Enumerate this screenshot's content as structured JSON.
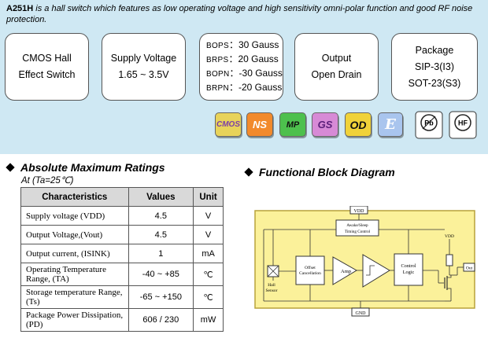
{
  "intro": {
    "part": "A251H",
    "text": " is a hall switch which features as low operating voltage and high sensitivity omni-polar function and good RF noise protection."
  },
  "features": [
    {
      "line1": "CMOS Hall",
      "line2": "Effect Switch"
    },
    {
      "line1": "Supply Voltage",
      "line2": "1.65 ~ 3.5V"
    },
    {
      "line1": "Output",
      "line2": "Open Drain"
    },
    {
      "line1": "Package",
      "line2": "SIP-3(I3)",
      "line3": "SOT-23(S3)"
    }
  ],
  "gauss": [
    {
      "sym": "BOPS",
      "value": "：30 Gauss"
    },
    {
      "sym": "BRPS",
      "value": "：20 Gauss"
    },
    {
      "sym": "BOPN",
      "value": "：-30 Gauss"
    },
    {
      "sym": "BRPN",
      "value": "：-20 Gauss"
    }
  ],
  "badges": {
    "cmos": "CMOS",
    "ns": "NS",
    "mp": "MP",
    "gs": "GS",
    "od": "OD",
    "e": "E",
    "cert_pb": "Pb",
    "cert_hf": "HF"
  },
  "abs_ratings": {
    "title": "Absolute Maximum Ratings",
    "condition": "At (Ta=25℃)",
    "headers": [
      "Characteristics",
      "Values",
      "Unit"
    ],
    "rows": [
      {
        "char": "Supply voltage (VDD)",
        "value": "4.5",
        "unit": "V"
      },
      {
        "char": "Output Voltage,(Vout)",
        "value": "4.5",
        "unit": "V"
      },
      {
        "char": "Output current, (ISINK)",
        "value": "1",
        "unit": "mA"
      },
      {
        "char": "Operating Temperature Range, (TA)",
        "value": "-40 ~ +85",
        "unit": "℃"
      },
      {
        "char": "Storage temperature Range, (Ts)",
        "value": "-65 ~ +150",
        "unit": "℃"
      },
      {
        "char": "Package Power Dissipation, (PD)",
        "value": "606 / 230",
        "unit": "mW"
      }
    ]
  },
  "block_diagram": {
    "title": "Functional Block Diagram",
    "vdd": "VDD",
    "gnd": "GND",
    "timing_line1": "Awake/Sleep",
    "timing_line2": "Timing Control",
    "offset_line1": "Offset",
    "offset_line2": "Cancellation",
    "amp": "Amp",
    "control_line1": "Control",
    "control_line2": "Logic",
    "hall_line1": "Hall",
    "hall_line2": "Sensor",
    "out": "Out",
    "vdd_small": "VDD",
    "colors": {
      "fill": "#fbf19a",
      "border": "#b8a23a"
    }
  }
}
